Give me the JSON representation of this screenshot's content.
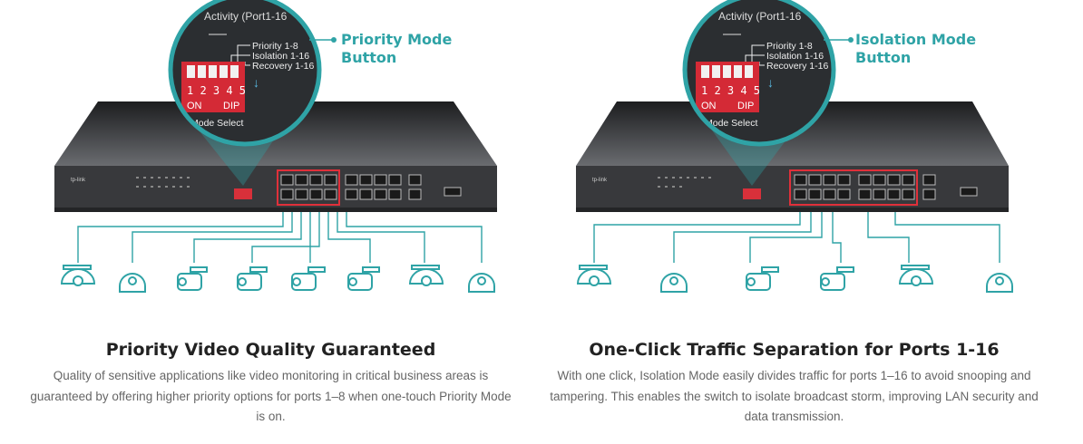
{
  "panels": [
    {
      "callout": {
        "line1": "Priority Mode",
        "line2": "Button"
      },
      "zoom": {
        "activity": "Activity (Port1-16",
        "label1": "Priority 1-8",
        "label2": "Isolation 1-16",
        "label3": "Recovery 1-16",
        "dip_numbers": "1 2 3 4 5",
        "on_label": "ON",
        "dip_label": "DIP",
        "mode_select": "Mode Select"
      },
      "title": "Priority Video Quality Guaranteed",
      "description": "Quality of sensitive applications like video monitoring in critical business areas is guaranteed by offering higher priority options for ports 1–8 when one-touch Priority Mode is on."
    },
    {
      "callout": {
        "line1": "Isolation Mode",
        "line2": "Button"
      },
      "zoom": {
        "activity": "Activity (Port1-16",
        "label1": "Priority 1-8",
        "label2": "Isolation 1-16",
        "label3": "Recovery 1-16",
        "dip_numbers": "1 2 3 4 5",
        "on_label": "ON",
        "dip_label": "DIP",
        "mode_select": "Mode Select"
      },
      "title": "One-Click Traffic Separation for Ports 1-16",
      "description": "With one click, Isolation Mode easily divides traffic for ports 1–16 to avoid snooping and tampering. This enables the switch to isolate broadcast storm, improving LAN security and data transmission."
    }
  ],
  "device": {
    "brand": "tp-link"
  },
  "cameras": [
    {
      "left": [
        "dome-camera",
        "dome-camera-small",
        "bullet-camera",
        "bullet-camera",
        "bullet-camera",
        "bullet-camera",
        "dome-camera",
        "dome-camera-small"
      ]
    },
    {
      "right": [
        "dome-camera",
        "dome-camera-small",
        "bullet-camera",
        "bullet-camera",
        "dome-camera",
        "dome-camera-small"
      ]
    }
  ],
  "colors": {
    "accent": "#2fa3a6",
    "switch": "#3a3a3c",
    "port_highlight": "#e0303a",
    "zoom_bg": "#2a2d30"
  }
}
